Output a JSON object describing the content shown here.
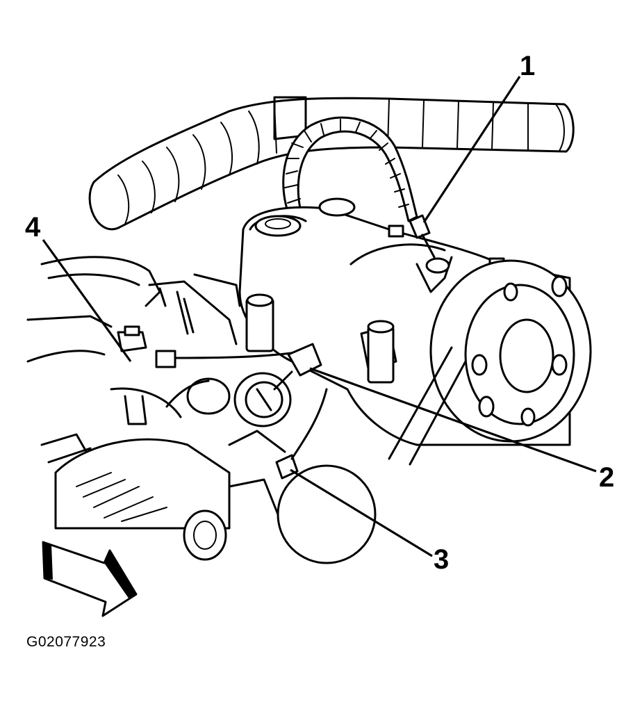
{
  "callouts": {
    "c1": "1",
    "c2": "2",
    "c3": "3",
    "c4": "4"
  },
  "figure_id": "G02077923",
  "icons": {
    "direction_arrow": "arrow-right-down-icon"
  }
}
